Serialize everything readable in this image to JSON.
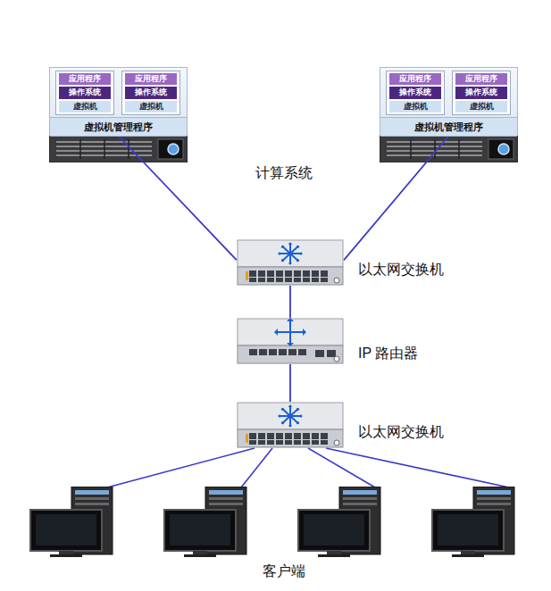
{
  "diagram": {
    "nodes": [
      {
        "text": [
          "虚拟机管理程序"
        ]
      },
      {
        "text": [
          "应用程序",
          "操作系统",
          "虚拟机"
        ],
        "in": 0
      },
      {
        "text": [
          "应用程序",
          "操作系统",
          "虚拟机"
        ],
        "in": 0
      },
      {
        "text": [
          "虚拟机管理程序"
        ]
      },
      {
        "text": [
          "应用程序",
          "操作系统",
          "虚拟机"
        ],
        "in": 3
      },
      {
        "text": [
          "应用程序",
          "操作系统",
          "虚拟机"
        ],
        "in": 3
      },
      {
        "text": [
          "以太网交换机"
        ]
      },
      {
        "text": [
          "IP 路由器"
        ]
      },
      {
        "text": [
          "以太网交换机"
        ]
      }
    ],
    "edges": [
      {
        "from": 0,
        "to": 6,
        "arrow": "none"
      },
      {
        "from": 3,
        "to": 6,
        "arrow": "none"
      },
      {
        "from": 6,
        "to": 7,
        "arrow": "none"
      },
      {
        "from": 7,
        "to": 8,
        "arrow": "none"
      }
    ],
    "labels": [
      "计算系统",
      "客户端"
    ]
  }
}
